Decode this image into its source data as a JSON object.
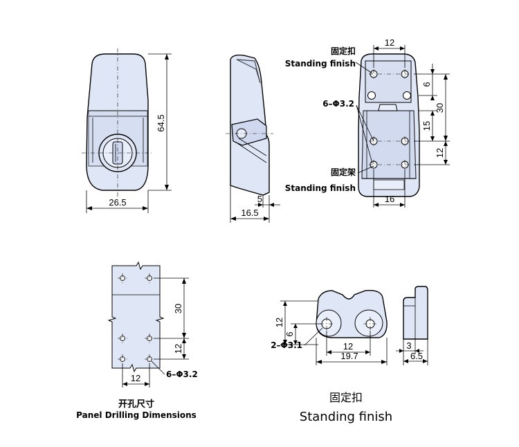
{
  "labels": {
    "top_right_top_cn": "固定扣",
    "top_right_top_en": "Standing finish",
    "top_right_hole": "6–Φ3.2",
    "top_right_bottom_cn": "固定架",
    "top_right_bottom_en": "Standing finish",
    "bottom_left_hole": "6–Φ3.2",
    "bottom_left_cn": "开孔尺寸",
    "bottom_left_en": "Panel Drilling Dimensions",
    "bottom_right_hole": "2–Φ3.1",
    "bottom_right_cn": "固定扣",
    "bottom_right_en": "Standing finish"
  },
  "dimensions": {
    "front_height": "64.5",
    "front_width": "26.5",
    "side_depth": "16.5",
    "side_offset": "5",
    "back_top_width": "12",
    "back_gap_6": "6",
    "back_gap_30": "30",
    "back_gap_15": "15",
    "back_gap_12": "12",
    "back_bottom_width": "16",
    "drill_30": "30",
    "drill_12_vert": "12",
    "drill_12_horz": "12",
    "catch_height_12": "12",
    "catch_height_6": "6",
    "catch_width_12": "12",
    "catch_width_19_7": "19.7",
    "catch_side_3": "3",
    "catch_side_6_5": "6.5"
  }
}
